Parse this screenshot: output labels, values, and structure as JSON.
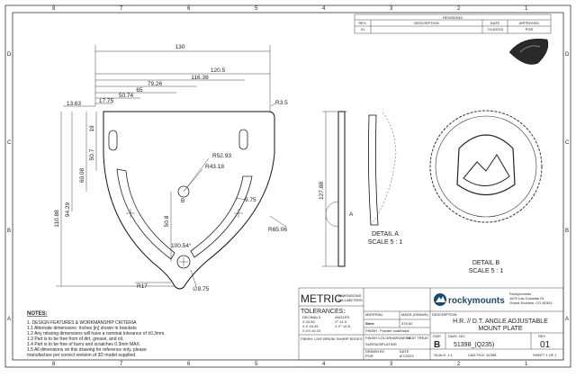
{
  "zones": {
    "columns": [
      "8",
      "7",
      "6",
      "5",
      "4",
      "3",
      "2",
      "1"
    ],
    "rows": [
      "D",
      "C",
      "B",
      "A"
    ]
  },
  "revisions": {
    "title": "REVISIONS",
    "headers": [
      "REV.",
      "DESCRIPTION",
      "DATE",
      "APPROVED"
    ],
    "row": [
      "01",
      "",
      "7/14/2023",
      "PGR"
    ]
  },
  "dimensions": {
    "width_130": "130",
    "d_120_5": "120.5",
    "d_116_38": "116.38",
    "d_79_26": "79.26",
    "d_65": "65",
    "d_50_74": "50.74",
    "d_17_75": "17.75",
    "d_13_63": "13.63",
    "r_3_5": "R3.5",
    "r_52_93": "R52.93",
    "r_43_18": "R43.18",
    "d_19": "19",
    "d_50_7": "50.7",
    "d_60_08": "60.08",
    "d_94_29": "94.29",
    "d_110_88": "110.88",
    "d_50_8": "50.8",
    "d_9_75": "9.75",
    "r_65_06": "R65.06",
    "ang_100_54": "100.54°",
    "r_17": "R17",
    "dia_9_75": "∅9.75",
    "d_127_88": "127.88",
    "label_b": "B",
    "label_a": "A"
  },
  "details": {
    "a_title": "DETAIL A",
    "a_scale": "SCALE 5 : 1",
    "b_title": "DETAIL B",
    "b_scale": "SCALE 5 : 1"
  },
  "titleblock": {
    "metric": "METRIC",
    "metric_sub1": "DIMENSIONS",
    "metric_sub2": "MILLIMETERS",
    "tolerances": "TOLERANCES:",
    "decimals": "DECIMALS",
    "angles": "ANGLES",
    "tol_x": "X   ±0.50",
    "tol_xx": "X.X  ±0.25",
    "tol_xxx": "X.XX ±0.10",
    "tol_ang1": "X°  ±1.0",
    "tol_ang2": "X.X° ±0.5",
    "finish_note": "FINISH: LIVE BREAK SHARP EDGES",
    "material_label": "MATERIAL",
    "material": "Steel",
    "mass_label": "MASS (GRAMS)",
    "mass": "378.52",
    "finish_label": "FINISH",
    "finish_val": "Powder coat/black",
    "tab_finish": "FINISH",
    "tab_color": "COLOR",
    "tab_hardness": "HARDNESS",
    "tab_heat": "HEAT TREAT",
    "tab_surface": "SURFACE",
    "tab_plating": "PLATING",
    "drawn_by_label": "DRAWN BY",
    "drawn_by": "PGR",
    "date_label": "DATE",
    "date": "8/7/2023",
    "company": "rockymounts",
    "company_logo": "rockymounts",
    "address1": "Rockymounts",
    "address2": "1679 Las Colonias Dr",
    "address3": "Grand Junction, CO 81501",
    "desc_label": "DESCRIPTION:",
    "desc1": "H.R. // D.T.  ANGLE ADJUSTABLE",
    "desc2": "MOUNT PLATE",
    "size_label": "SIZE",
    "size": "B",
    "dwgno_label": "DWG. NO.",
    "dwg_no": "51398_(Q235)",
    "rev_label": "REV",
    "rev": "01",
    "scale": "SCALE: 1:1",
    "cad_file": "CAD FILE: 51398",
    "sheet": "SHEET 1 OF 1"
  },
  "notes": {
    "title": "NOTES:",
    "lines": [
      "1.  DESIGN FEATURES & WORKMANSHIP CRITERIA",
      "1.1  Alternate dimensions: Inches [in] shown in brackets",
      "1.2  Any missing dimensions will have a nominal tolerance of ±0.3mm.",
      "1.3  Part is to be free from of dirt, grease, and oil.",
      "1.4  Part is to be free of burrs and scratches 0.3mm MAX.",
      "1.5  All dimensions on this drawing for reference only, please",
      "      manufacture per correct revision of 3D model supplied."
    ]
  }
}
